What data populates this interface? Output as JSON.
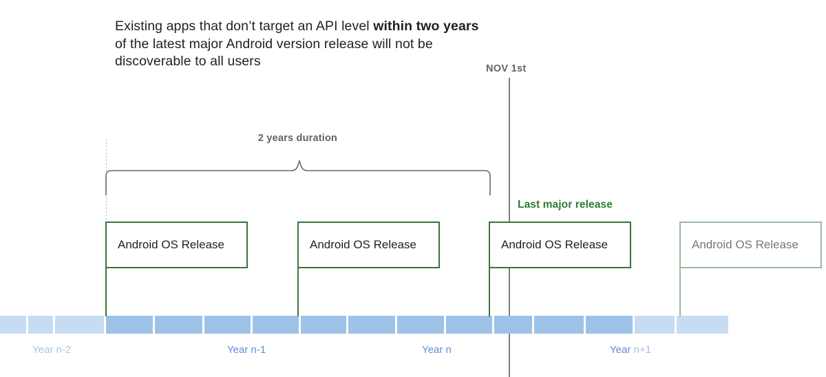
{
  "headline": {
    "line1_pre": "Existing apps that don’t target an API level ",
    "line1_bold": "within two years",
    "line2": "of the latest major Android version release will not be",
    "line3": "discoverable to all users"
  },
  "marker": {
    "nov_label": "NOV 1st"
  },
  "brace": {
    "label": "2 years duration"
  },
  "annotations": {
    "last_major_release": "Last major release"
  },
  "releases": [
    {
      "label": "Android OS Release",
      "state": "active"
    },
    {
      "label": "Android OS Release",
      "state": "active"
    },
    {
      "label": "Android OS Release",
      "state": "active"
    },
    {
      "label": "Android OS Release",
      "state": "faded"
    }
  ],
  "timeline": {
    "years": [
      {
        "label_main": "Year",
        "label_tail": " n-2",
        "emphasis": "dim"
      },
      {
        "label_main": "Year",
        "label_tail": " n-1",
        "emphasis": "strong"
      },
      {
        "label_main": "Year",
        "label_tail": " n",
        "emphasis": "strong"
      },
      {
        "label_main": "Year",
        "label_tail": " n+1",
        "emphasis": "strong-fade"
      }
    ]
  },
  "colors": {
    "release_green": "#37753a",
    "release_green_faded": "#9cba9c",
    "caption_green": "#2d7a33",
    "timeline_light": "#c7dcf2",
    "timeline_dark": "#9cc2e8",
    "year_label_blue": "#5b8fd8",
    "year_label_blue_dim": "#a9c4ea",
    "marker_gray": "#7e7e7e",
    "text_dark": "#202124",
    "text_gray": "#5f6368"
  }
}
